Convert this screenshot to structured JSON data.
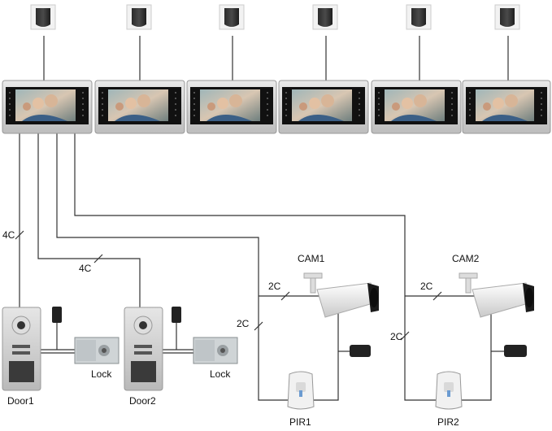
{
  "monitors": [
    {
      "id": "m1"
    },
    {
      "id": "m2"
    },
    {
      "id": "m3"
    },
    {
      "id": "m4"
    },
    {
      "id": "m5"
    },
    {
      "id": "m6"
    }
  ],
  "wire_labels": {
    "door1": "4C",
    "door2": "4C",
    "cam1": "2C",
    "pir1": "2C",
    "cam2": "2C",
    "pir2": "2C"
  },
  "devices": {
    "door1": "Door1",
    "door2": "Door2",
    "lock1": "Lock",
    "lock2": "Lock",
    "cam1": "CAM1",
    "cam2": "CAM2",
    "pir1": "PIR1",
    "pir2": "PIR2"
  },
  "icons": [
    "power-adapter-icon",
    "monitor-icon",
    "door-station-icon",
    "electric-lock-icon",
    "camera-icon",
    "pir-sensor-icon"
  ]
}
